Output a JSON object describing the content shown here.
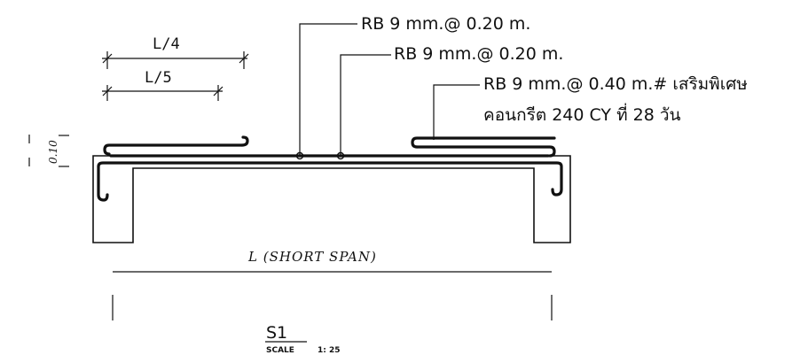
{
  "callouts": {
    "top_bar": "RB 9 mm.@ 0.20 m.",
    "bottom_bar": "RB 9 mm.@ 0.20 m.",
    "extra_bar": "RB 9 mm.@ 0.40 m.# เสริมพิเศษ",
    "concrete": "คอนกรีต 240 CY ที่  28 วัน"
  },
  "dimensions": {
    "quarter_span": "L/4",
    "fifth_span": "L/5",
    "thickness": "0.10",
    "short_span": "L (SHORT SPAN)"
  },
  "title_block": {
    "name": "S1",
    "scale_label": "SCALE",
    "scale_value": "1: 25"
  }
}
